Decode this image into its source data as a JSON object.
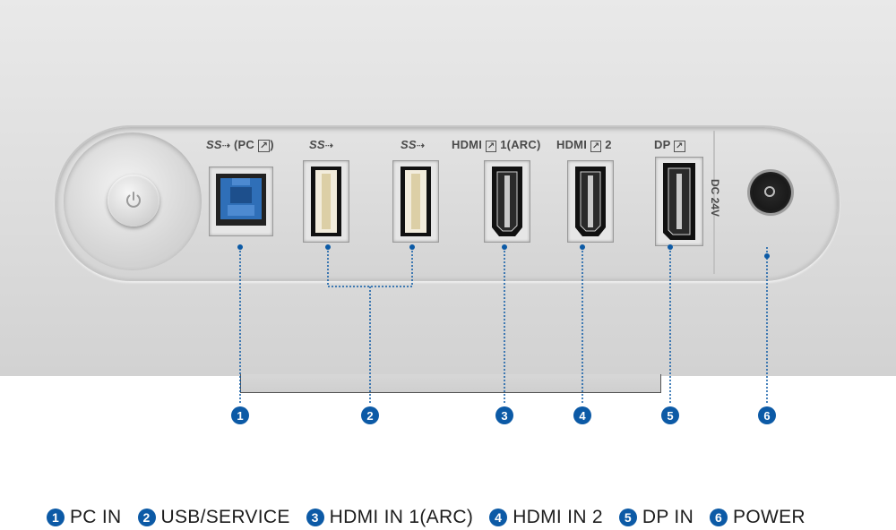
{
  "port_labels": {
    "usb_pc": "(PC",
    "usb_a1": "",
    "usb_a2": "",
    "hdmi1": "HDMI",
    "hdmi1_suffix": "1(ARC)",
    "hdmi2": "HDMI",
    "hdmi2_suffix": "2",
    "dp": "DP",
    "dc": "DC 24V",
    "ss_logo": "SS"
  },
  "callouts": [
    {
      "number": "1",
      "label": "PC IN"
    },
    {
      "number": "2",
      "label": "USB/SERVICE"
    },
    {
      "number": "3",
      "label": "HDMI IN 1(ARC)"
    },
    {
      "number": "4",
      "label": "HDMI IN 2"
    },
    {
      "number": "5",
      "label": "DP IN"
    },
    {
      "number": "6",
      "label": "POWER"
    }
  ],
  "colors": {
    "accent": "#0c5aa6",
    "usb_b_blue": "#2f6fb8"
  },
  "icons": {
    "power": "power-icon",
    "hdmi_arrow": "input-arrow-icon",
    "superspeed": "superspeed-usb-icon"
  }
}
